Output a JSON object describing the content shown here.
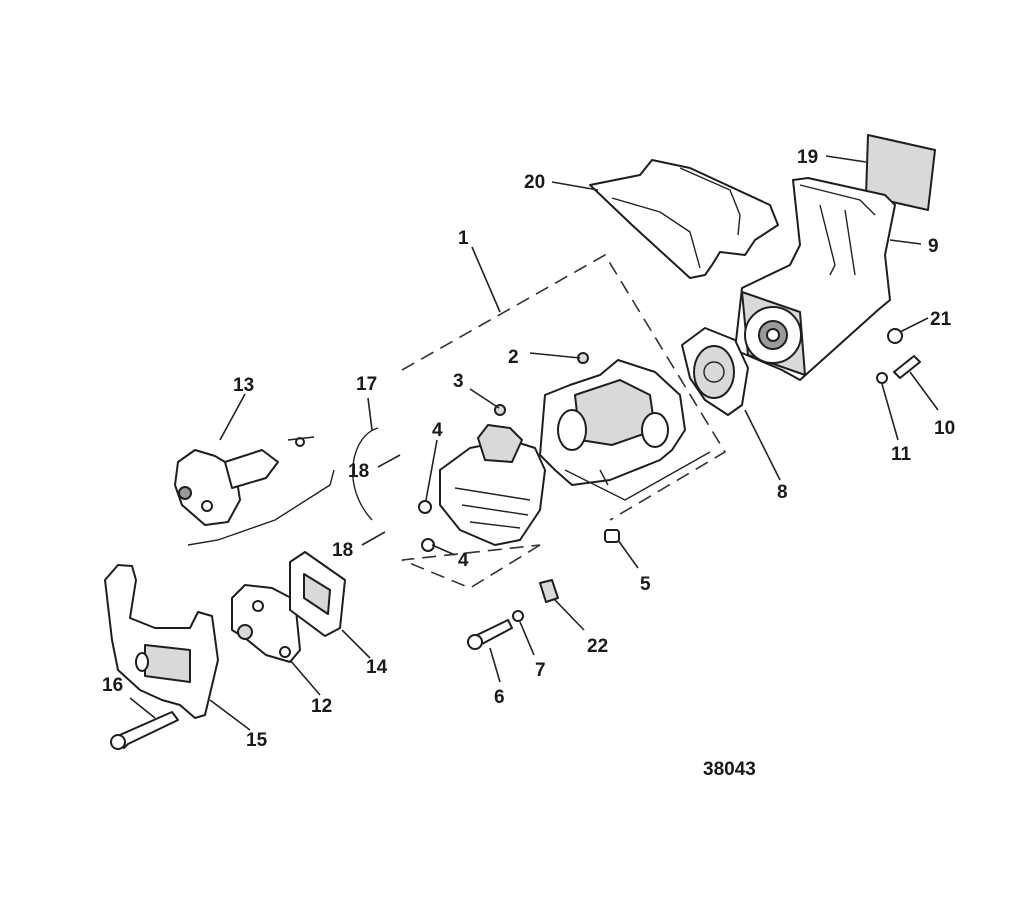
{
  "figure_number": "38043",
  "callouts": {
    "c1": "1",
    "c2": "2",
    "c3": "3",
    "c4a": "4",
    "c4b": "4",
    "c5": "5",
    "c6": "6",
    "c7": "7",
    "c8": "8",
    "c9": "9",
    "c10": "10",
    "c11": "11",
    "c12": "12",
    "c13": "13",
    "c14": "14",
    "c15": "15",
    "c16": "16",
    "c17": "17",
    "c18a": "18",
    "c18b": "18",
    "c19": "19",
    "c20": "20",
    "c21": "21",
    "c22": "22"
  }
}
